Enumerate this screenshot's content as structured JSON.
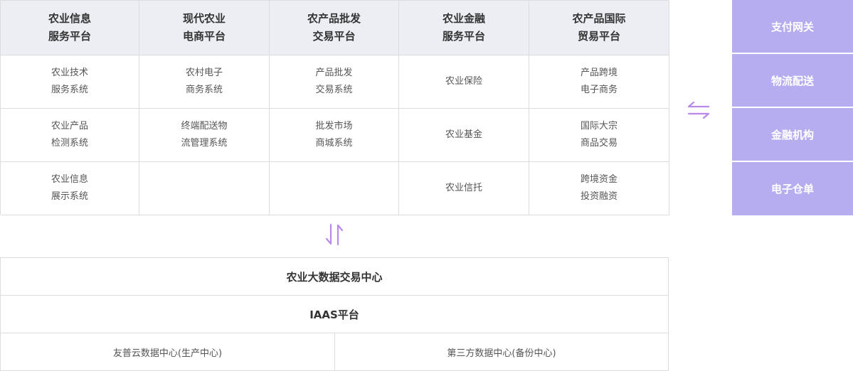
{
  "platforms": {
    "headers": [
      [
        "农业信息",
        "服务平台"
      ],
      [
        "现代农业",
        "电商平台"
      ],
      [
        "农产品批发",
        "交易平台"
      ],
      [
        "农业金融",
        "服务平台"
      ],
      [
        "农产品国际",
        "贸易平台"
      ]
    ],
    "rows": [
      [
        [
          "农业技术",
          "服务系统"
        ],
        [
          "农村电子",
          "商务系统"
        ],
        [
          "产品批发",
          "交易系统"
        ],
        [
          "农业保险"
        ],
        [
          "产品跨境",
          "电子商务"
        ]
      ],
      [
        [
          "农业产品",
          "检测系统"
        ],
        [
          "终端配送物",
          "流管理系统"
        ],
        [
          "批发市场",
          "商城系统"
        ],
        [
          "农业基金"
        ],
        [
          "国际大宗",
          "商品交易"
        ]
      ],
      [
        [
          "农业信息",
          "展示系统"
        ],
        [],
        [],
        [
          "农业信托"
        ],
        [
          "跨境资金",
          "投资融资"
        ]
      ]
    ]
  },
  "data_layers": {
    "exchange_center": "农业大数据交易中心",
    "iaas": "IAAS平台",
    "datacenters": [
      "友普云数据中心(生产中心)",
      "第三方数据中心(备份中心)"
    ]
  },
  "services": [
    "支付网关",
    "物流配送",
    "金融机构",
    "电子仓单"
  ],
  "colors": {
    "accent": "#b6adf0",
    "arrow": "#b98be8",
    "header_bg": "#eceef3",
    "border": "#dcdcdc"
  }
}
